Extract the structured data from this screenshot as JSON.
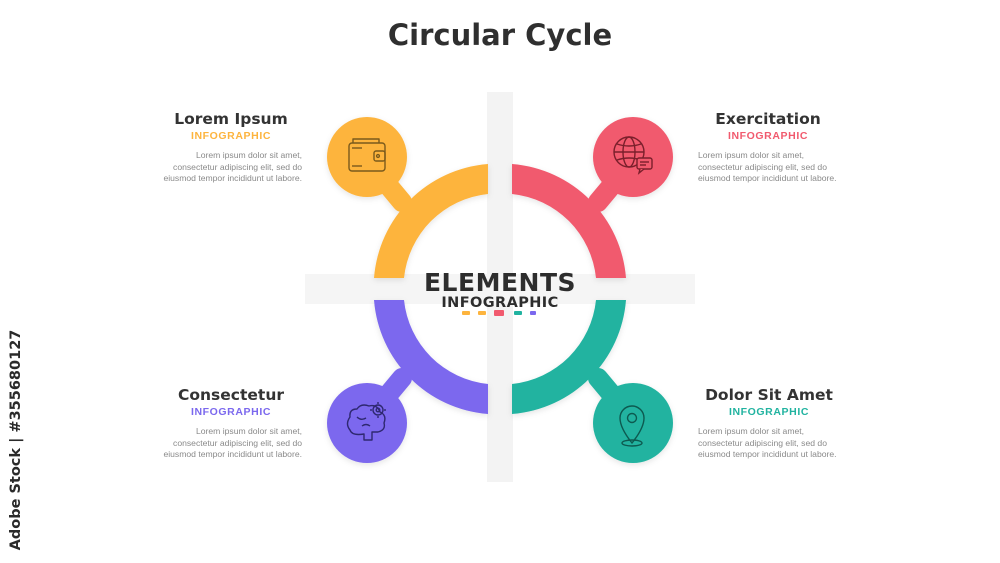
{
  "title": "Circular Cycle",
  "center": {
    "line1": "ELEMENTS",
    "line2": "INFOGRAPHIC"
  },
  "colors": {
    "orange": "#FDB43E",
    "red": "#F15A6E",
    "purple": "#7B68EE",
    "teal": "#21B3A0",
    "dot_red": "#F15A6E",
    "dot_orange": "#FDB43E",
    "dot_teal": "#21B3A0",
    "dot_purple": "#7B68EE"
  },
  "items": [
    {
      "title": "Lorem Ipsum",
      "subtitle": "INFOGRAPHIC",
      "text": "Lorem ipsum dolor sit amet, consectetur adipiscing elit, sed do eiusmod tempor incididunt ut labore.",
      "icon": "wallet-icon",
      "color": "#FDB43E"
    },
    {
      "title": "Exercitation",
      "subtitle": "INFOGRAPHIC",
      "text": "Lorem ipsum dolor sit amet, consectetur adipiscing elit, sed do eiusmod tempor incididunt ut labore.",
      "icon": "globe-chat-icon",
      "color": "#F15A6E"
    },
    {
      "title": "Consectetur",
      "subtitle": "INFOGRAPHIC",
      "text": "Lorem ipsum dolor sit amet, consectetur adipiscing elit, sed do eiusmod tempor incididunt ut labore.",
      "icon": "brain-gear-icon",
      "color": "#7B68EE"
    },
    {
      "title": "Dolor Sit Amet",
      "subtitle": "INFOGRAPHIC",
      "text": "Lorem ipsum dolor sit amet, consectetur adipiscing elit, sed do eiusmod tempor incididunt ut labore.",
      "icon": "location-pin-icon",
      "color": "#21B3A0"
    }
  ],
  "watermark": "Adobe Stock | #355680127"
}
